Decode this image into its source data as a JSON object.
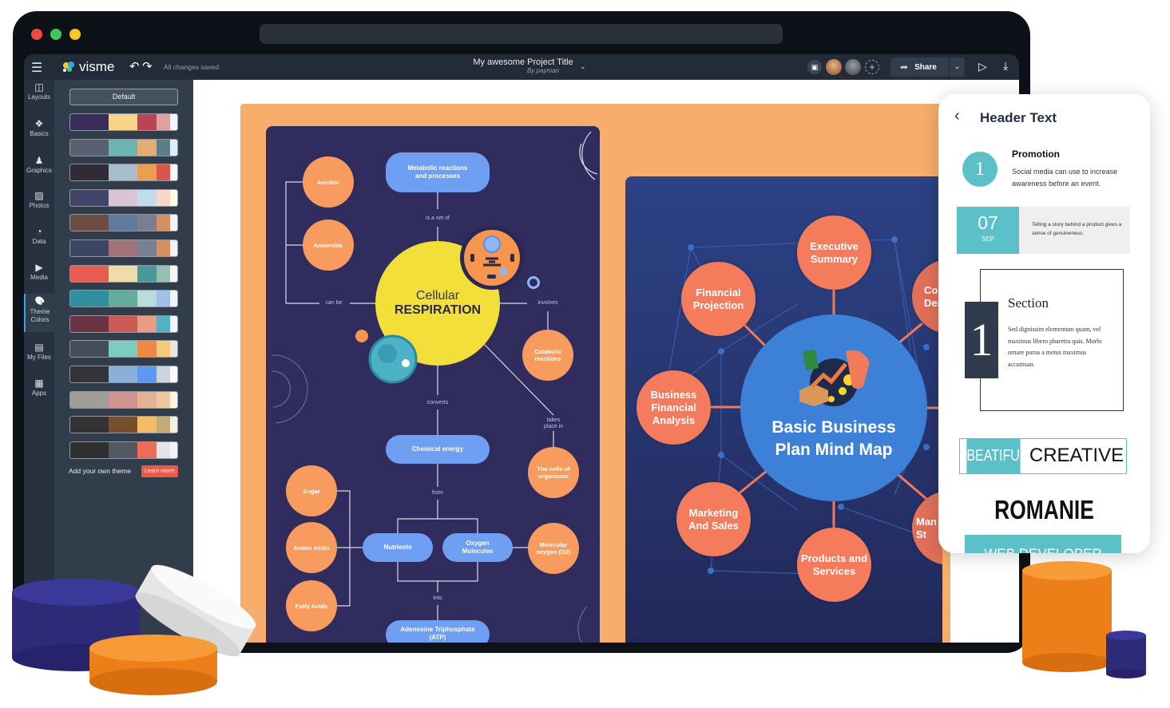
{
  "app": {
    "logo": "visme",
    "save_status": "All changes saved",
    "project_title": "My awesome Project Title",
    "project_author": "By payman",
    "share_label": "Share"
  },
  "rail": [
    {
      "label": "Layouts",
      "icon": "layout-icon"
    },
    {
      "label": "Basics",
      "icon": "shapes-icon"
    },
    {
      "label": "Graphics",
      "icon": "graphics-icon"
    },
    {
      "label": "Photos",
      "icon": "photo-icon"
    },
    {
      "label": "Data",
      "icon": "pie-chart-icon"
    },
    {
      "label": "Media",
      "icon": "video-icon"
    },
    {
      "label": "Theme Colors",
      "icon": "palette-icon",
      "active": true
    },
    {
      "label": "My Files",
      "icon": "folder-icon"
    },
    {
      "label": "Apps",
      "icon": "apps-icon"
    }
  ],
  "theme_panel": {
    "default_label": "Default",
    "add_theme_label": "Add your own theme",
    "learn_more_label": "Learn more!",
    "palettes": [
      [
        "#3a2d5c",
        "#f7d48a",
        "#b84455",
        "#e0a0a0",
        "#f2f6fc"
      ],
      [
        "#5a6070",
        "#6fb3b5",
        "#e4ad74",
        "#5b7f84",
        "#e0ebfb"
      ],
      [
        "#2f2b37",
        "#a9bccb",
        "#eb9d52",
        "#d7584a",
        "#fbf5fb"
      ],
      [
        "#43446a",
        "#dcc4d6",
        "#c2dbef",
        "#f8d8c8",
        "#fdfce6"
      ],
      [
        "#6d4c43",
        "#5f7a9a",
        "#787f91",
        "#d49060",
        "#f5f2fb"
      ],
      [
        "#3c4563",
        "#a07478",
        "#7a8094",
        "#d49060",
        "#f5f2fb"
      ],
      [
        "#e85b4e",
        "#f0dca8",
        "#4a989c",
        "#96c0b4",
        "#fbf4f0"
      ],
      [
        "#3090a0",
        "#64ac9c",
        "#bcdcdc",
        "#a0c0e8",
        "#f0f4fc"
      ],
      [
        "#6a3444",
        "#cc5a56",
        "#e89c84",
        "#56b0c4",
        "#f0f4fc"
      ],
      [
        "#454c5a",
        "#7cccc0",
        "#f08844",
        "#f7c87c",
        "#ebe7df"
      ],
      [
        "#333339",
        "#8ab0d8",
        "#5c98f0",
        "#ccd4dc",
        "#fcfcfc"
      ],
      [
        "#a09c98",
        "#d0948e",
        "#e0b494",
        "#f0c8a0",
        "#fcf4e4"
      ],
      [
        "#333333",
        "#774f30",
        "#f4bc64",
        "#c4ac78",
        "#f4f0e4"
      ],
      [
        "#2e3032",
        "#545860",
        "#f06a58",
        "#e4e4e8",
        "#f4f4f8"
      ]
    ]
  },
  "respiration_map": {
    "center_line1": "Cellular",
    "center_line2": "RESPIRATION",
    "metabolic": "Metabolic reactions\nand processes",
    "aerobic": "Aerobic",
    "anaerobic": "Anaerobic",
    "catabolic": "Catabolic\nreactions",
    "chemical_energy": "Chemical energy",
    "cells": "The cells of\norganisms",
    "sugar": "Sugar",
    "amino": "Amino Acids",
    "fatty": "Fatty Acids",
    "nutrients": "Nutrients",
    "oxygen": "Oxygen\nMolecules",
    "molecular_oxygen": "Molecular\noxygen (O2)",
    "atp": "Adenosine Triphosphate\n(ATP)",
    "labels": {
      "is_a_set_of": "is a set of",
      "can_be": "can be",
      "involves": "involves",
      "converts": "converts",
      "takes_place_in": "takes\nplace in",
      "from": "from",
      "into": "into"
    }
  },
  "business_map": {
    "center": "Basic Business\nPlan Mind Map",
    "executive": "Executive\nSummary",
    "financial_projection": "Financial\nProjection",
    "financial_analysis": "Business\nFinancial\nAnalysis",
    "marketing": "Marketing\nAnd Sales",
    "products": "Products and\nServices",
    "partial_right_top": "Co\nDes",
    "partial_right_bottom": "Man\nSt"
  },
  "widgets": {
    "header_text": "Header Text",
    "step_number": "1",
    "promo_title": "Promotion",
    "promo_body": "Social media can use to increase awareness before an event.",
    "date_day": "07",
    "date_month": "SEP",
    "date_body": "Telling a story behind a product gives a sense of genuineness.",
    "section_number": "1",
    "section_title": "Section",
    "section_body": "Sed dignissim elementum quam, vel maximus libero pharetra quis. Morbi ornare purus a metus maximus accumsan.",
    "beautiful": "BEATIFUL",
    "creative": "CREATIVE",
    "romanie": "ROMANIE",
    "web_developer": "WEB DEVELOPER"
  },
  "colors": {
    "accent": "#32a6ea",
    "orange": "#f79b5f",
    "teal": "#5bc0c8",
    "navy_card": "#302c5d",
    "yellow": "#f2df3a",
    "pill_blue": "#6f9ff2"
  }
}
